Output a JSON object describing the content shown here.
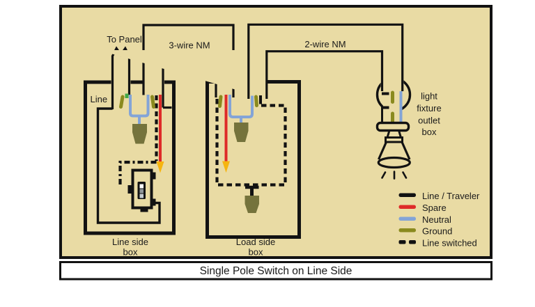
{
  "title_bar": {
    "text": "Single Pole Switch on Line Side"
  },
  "labels": {
    "to_panel": "To Panel",
    "three_wire": "3-wire NM",
    "two_wire": "2-wire NM",
    "line": "Line",
    "line_side_box": [
      "Line side",
      "box"
    ],
    "load_side_box": [
      "Load side",
      "box"
    ],
    "fixture": [
      "light",
      "fixture",
      "outlet",
      "box"
    ]
  },
  "legend": {
    "items": [
      {
        "label": "Line / Traveler",
        "color": "#121212",
        "style": "solid"
      },
      {
        "label": "Spare",
        "color": "#de2b29",
        "style": "solid"
      },
      {
        "label": "Neutral",
        "color": "#83a4d7",
        "style": "solid"
      },
      {
        "label": "Ground",
        "color": "#8a8a1e",
        "style": "solid"
      },
      {
        "label": "Line switched",
        "color": "#121212",
        "style": "dashed"
      }
    ]
  },
  "colors": {
    "background": "#e9dba4",
    "line": "#121212",
    "spare": "#de2b29",
    "neutral": "#83a4d7",
    "ground": "#8a8a1e",
    "wire_nut": "#75733c",
    "arrow": "#f6b50f",
    "ground_tick": "#41a947"
  }
}
